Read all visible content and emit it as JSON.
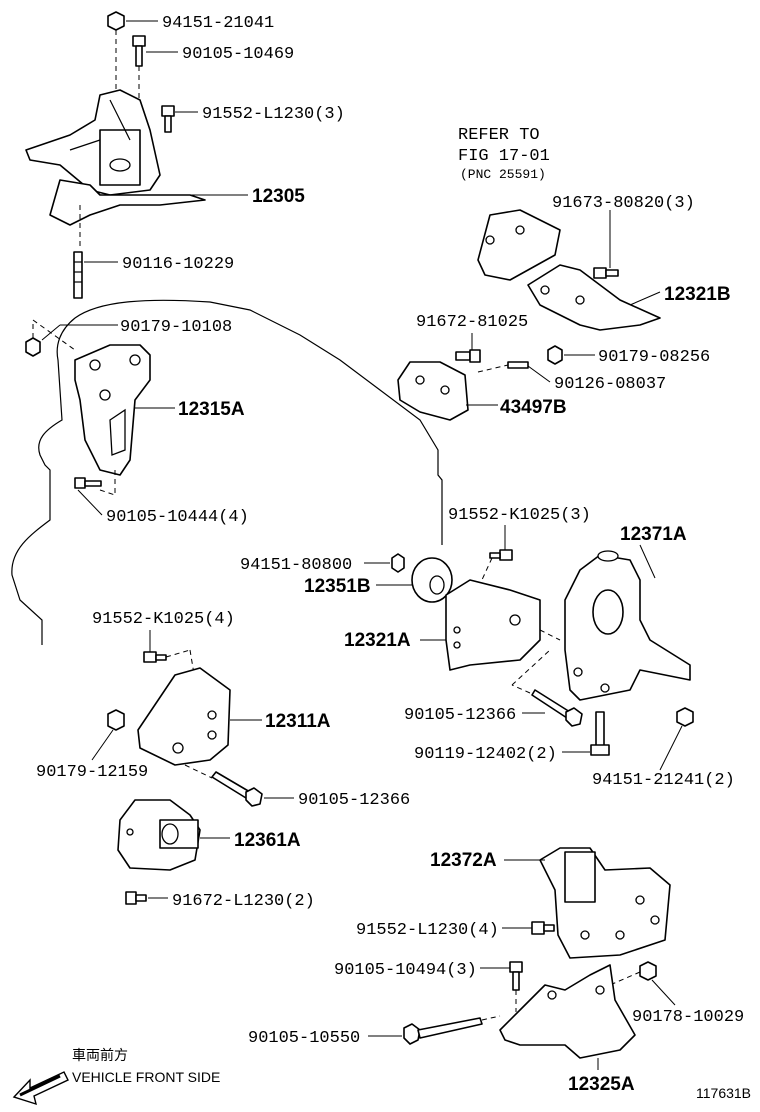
{
  "labels": {
    "p94151_21041": "94151-21041",
    "p90105_10469": "90105-10469",
    "p91552_L1230_3": "91552-L1230(3)",
    "p12305": "12305",
    "p90116_10229": "90116-10229",
    "p90179_10108": "90179-10108",
    "p12315A": "12315A",
    "p90105_10444_4": "90105-10444(4)",
    "refer1": "REFER TO",
    "refer2": "FIG 17-01",
    "refer3": "(PNC 25591)",
    "p91673_80820_3": "91673-80820(3)",
    "p12321B": "12321B",
    "p91672_81025": "91672-81025",
    "p90179_08256": "90179-08256",
    "p90126_08037": "90126-08037",
    "p43497B": "43497B",
    "p91552_K1025_3": "91552-K1025(3)",
    "p12371A": "12371A",
    "p94151_80800": "94151-80800",
    "p12351B": "12351B",
    "p12321A": "12321A",
    "p91552_K1025_4": "91552-K1025(4)",
    "p12311A": "12311A",
    "p90179_12159": "90179-12159",
    "p90105_12366_a": "90105-12366",
    "p90119_12402_2": "90119-12402(2)",
    "p94151_21241_2": "94151-21241(2)",
    "p90105_12366_b": "90105-12366",
    "p12361A": "12361A",
    "p91672_L1230_2": "91672-L1230(2)",
    "p12372A": "12372A",
    "p91552_L1230_4": "91552-L1230(4)",
    "p90105_10494_3": "90105-10494(3)",
    "p90178_10029": "90178-10029",
    "p90105_10550": "90105-10550",
    "p12325A": "12325A",
    "front_jp": "車両前方",
    "front_en": "VEHICLE FRONT SIDE",
    "figure_id": "117631B"
  }
}
